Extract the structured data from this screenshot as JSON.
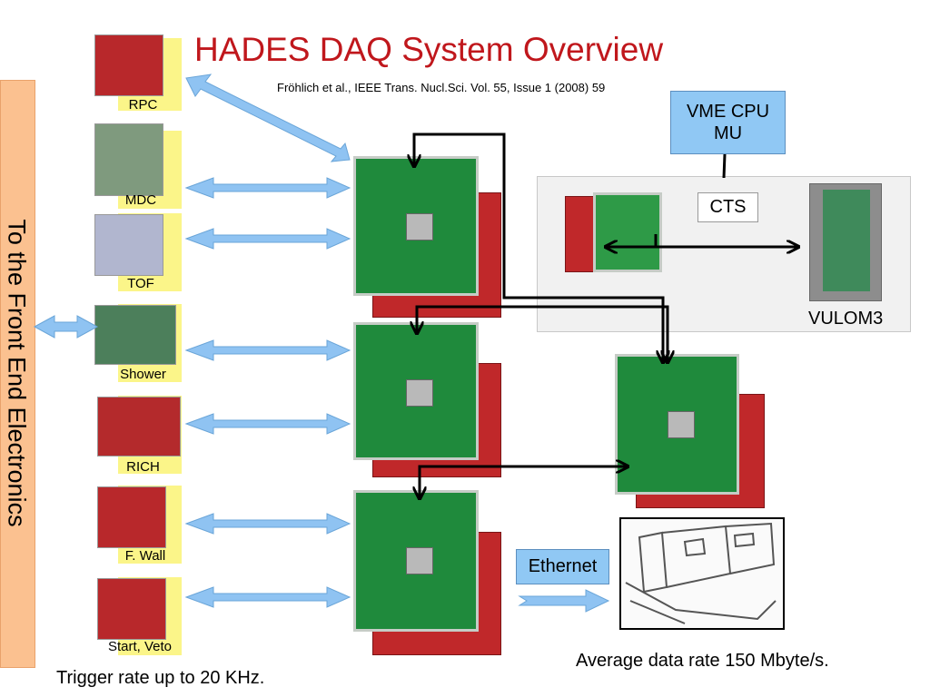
{
  "title": "HADES DAQ System Overview",
  "citation": "Fröhlich et al.,  IEEE Trans. Nucl.Sci. Vol. 55, Issue 1 (2008) 59",
  "side_label": "To the Front End Electronics",
  "detectors": [
    {
      "label": "RPC"
    },
    {
      "label": "MDC"
    },
    {
      "label": "TOF"
    },
    {
      "label": "Shower"
    },
    {
      "label": "RICH"
    },
    {
      "label": "F. Wall"
    },
    {
      "label": "Start, Veto"
    }
  ],
  "vme_cpu": "VME CPU\nMU",
  "cts": "CTS",
  "vulom": "VULOM3",
  "ethernet": "Ethernet",
  "trigger_rate": "Trigger rate up to 20 KHz.",
  "data_rate": "Average data rate 150 Mbyte/s.",
  "colors": {
    "title": "#c0171c",
    "side_bar": "#fbc190",
    "detector_bg": "#fbf589",
    "arrow": "#8fc3f2",
    "box_blue": "#90c8f4",
    "board_green": "#1f8a3c",
    "board_red": "#c0282a"
  }
}
